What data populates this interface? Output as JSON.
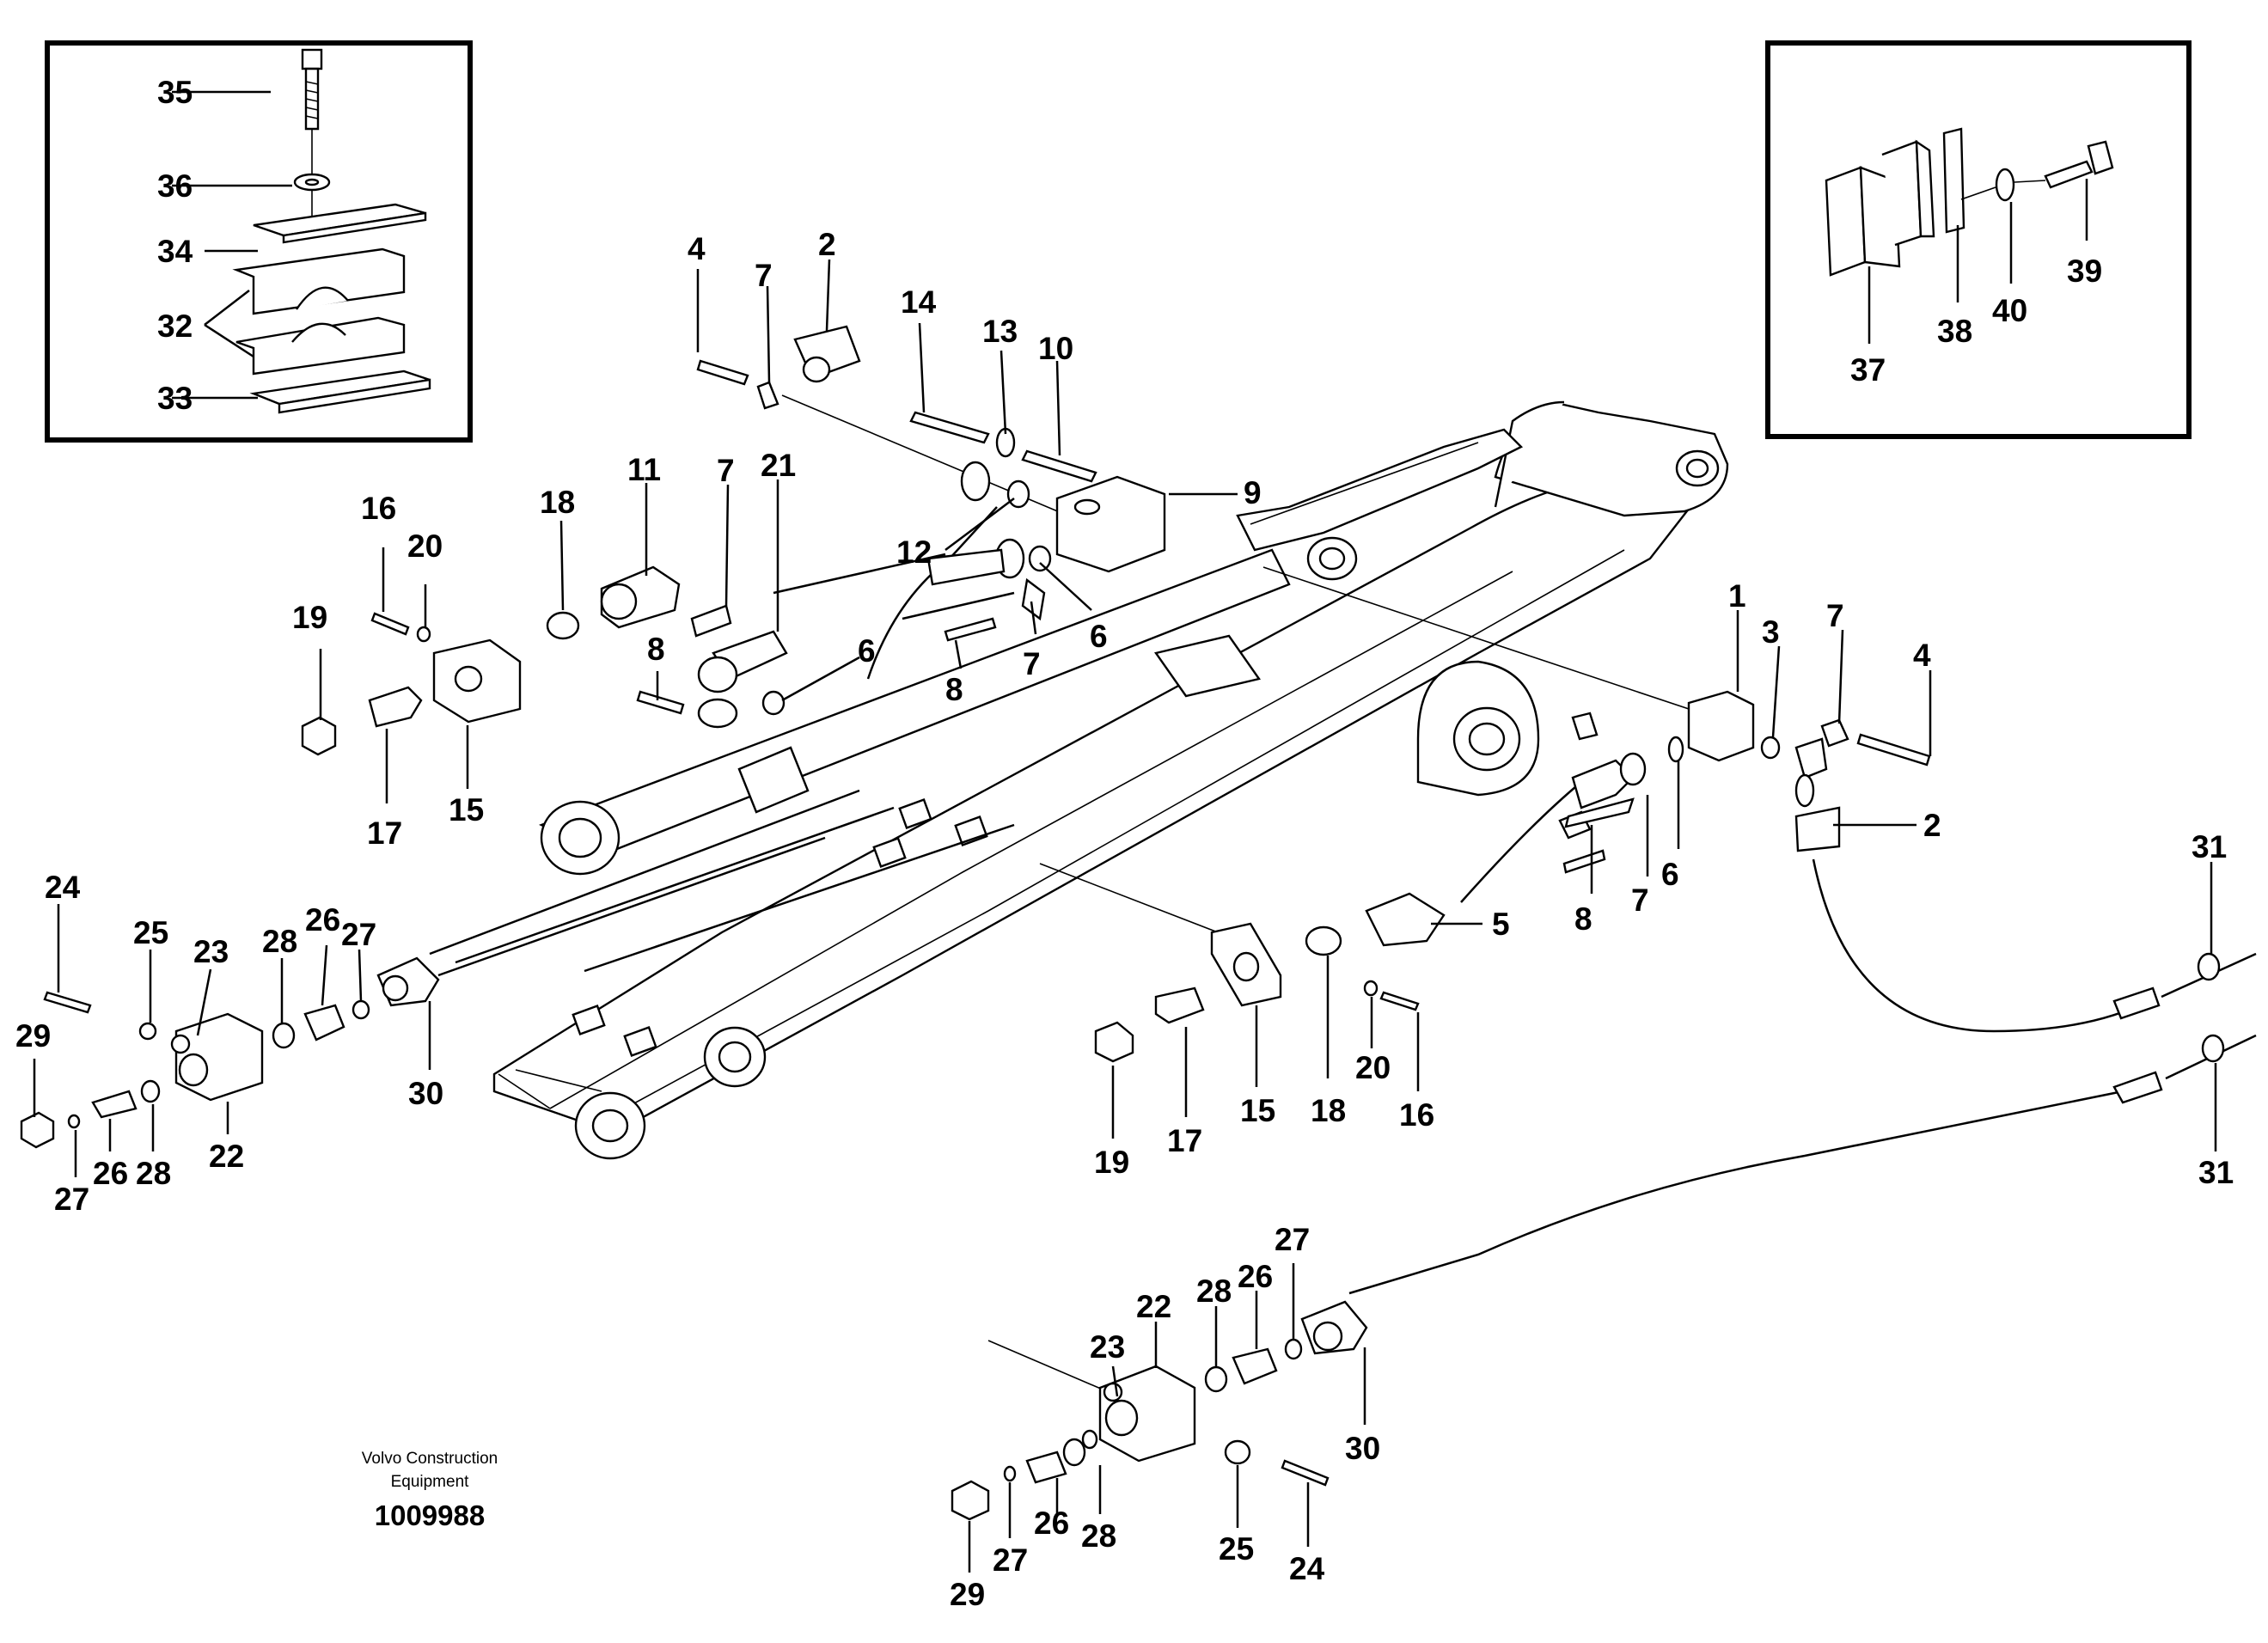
{
  "footer": {
    "company": "Volvo Construction",
    "company_line2": "Equipment",
    "drawing_number": "1009988"
  },
  "labels": {
    "l1": "1",
    "l2a": "2",
    "l2b": "2",
    "l3": "3",
    "l4a": "4",
    "l4b": "4",
    "l5": "5",
    "l6a": "6",
    "l6b": "6",
    "l6c": "6",
    "l7a": "7",
    "l7b": "7",
    "l7c": "7",
    "l7d": "7",
    "l7e": "7",
    "l8a": "8",
    "l8b": "8",
    "l8c": "8",
    "l9": "9",
    "l10": "10",
    "l11": "11",
    "l12": "12",
    "l13": "13",
    "l14": "14",
    "l15a": "15",
    "l15b": "15",
    "l16a": "16",
    "l16b": "16",
    "l17a": "17",
    "l17b": "17",
    "l18a": "18",
    "l18b": "18",
    "l19a": "19",
    "l19b": "19",
    "l20a": "20",
    "l20b": "20",
    "l21": "21",
    "l22a": "22",
    "l22b": "22",
    "l23a": "23",
    "l23b": "23",
    "l24a": "24",
    "l24b": "24",
    "l25a": "25",
    "l25b": "25",
    "l26a": "26",
    "l26b": "26",
    "l26c": "26",
    "l26d": "26",
    "l27a": "27",
    "l27b": "27",
    "l27c": "27",
    "l27d": "27",
    "l28a": "28",
    "l28b": "28",
    "l28c": "28",
    "l28d": "28",
    "l29a": "29",
    "l29b": "29",
    "l30a": "30",
    "l30b": "30",
    "l31a": "31",
    "l31b": "31",
    "l32": "32",
    "l33": "33",
    "l34": "34",
    "l35": "35",
    "l36": "36",
    "l37": "37",
    "l38": "38",
    "l39": "39",
    "l40": "40"
  }
}
